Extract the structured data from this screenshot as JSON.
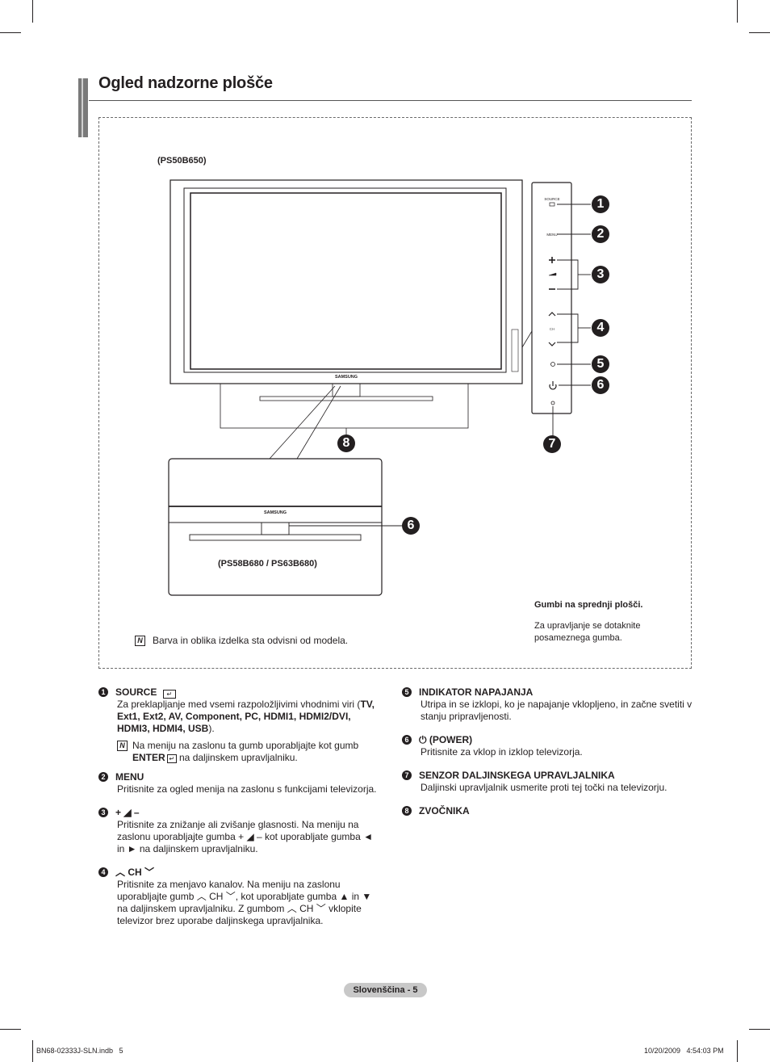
{
  "page": {
    "title": "Ogled nadzorne plošče",
    "footer_tab": "Slovenščina - 5",
    "slug_left": "BN68-02333J-SLN.indb   5",
    "slug_right": "10/20/2009   4:54:03 PM"
  },
  "figure": {
    "model_top": "(PS50B650)",
    "model_bottom": "(PS58B680 / PS63B680)",
    "brand": "SAMSUNG",
    "panel_labels": {
      "source": "SOURCE",
      "menu": "MENU",
      "ch": "CH",
      "plus": "+",
      "minus": "−"
    },
    "callouts": [
      "1",
      "2",
      "3",
      "4",
      "5",
      "6",
      "7",
      "8",
      "6"
    ],
    "front_panel_title": "Gumbi na sprednji plošči.",
    "front_panel_desc": "Za upravljanje se dotaknite posameznega gumba.",
    "note": "Barva in oblika izdelka sta odvisni od modela."
  },
  "items_left": [
    {
      "num": "1",
      "head": "SOURCE",
      "desc_pre": "Za preklapljanje med vsemi razpoložljivimi vhodnimi viri (",
      "desc_bold": "TV, Ext1, Ext2, AV, Component, PC, HDMI1, HDMI2/DVI, HDMI3, HDMI4, USB",
      "desc_post": ").",
      "note_pre": "Na meniju na zaslonu ta gumb uporabljajte kot gumb ",
      "note_bold": "ENTER",
      "note_post": " na daljinskem upravljalniku."
    },
    {
      "num": "2",
      "head": "MENU",
      "desc": "Pritisnite za ogled menija na zaslonu s funkcijami televizorja."
    },
    {
      "num": "3",
      "head": "+ ◢ –",
      "desc": "Pritisnite za znižanje ali zvišanje glasnosti. Na meniju na zaslonu uporabljajte gumba + ◢ – kot uporabljate gumba ◄ in ► na daljinskem upravljalniku."
    },
    {
      "num": "4",
      "head": "︿ CH ﹀",
      "desc": "Pritisnite za menjavo kanalov. Na meniju na zaslonu uporabljajte gumb ︿ CH ﹀, kot uporabljate gumba ▲ in ▼ na daljinskem upravljalniku. Z gumbom ︿ CH ﹀ vklopite televizor brez uporabe daljinskega upravljalnika."
    }
  ],
  "items_right": [
    {
      "num": "5",
      "head": "INDIKATOR NAPAJANJA",
      "desc": "Utripa in se izklopi, ko je napajanje vklopljeno, in začne svetiti v stanju pripravljenosti."
    },
    {
      "num": "6",
      "head": "(POWER)",
      "desc": "Pritisnite za vklop in izklop televizorja."
    },
    {
      "num": "7",
      "head": "SENZOR DALJINSKEGA UPRAVLJALNIKA",
      "desc": "Daljinski upravljalnik usmerite proti tej točki na televizorju."
    },
    {
      "num": "8",
      "head": "ZVOČNIKA",
      "desc": ""
    }
  ]
}
